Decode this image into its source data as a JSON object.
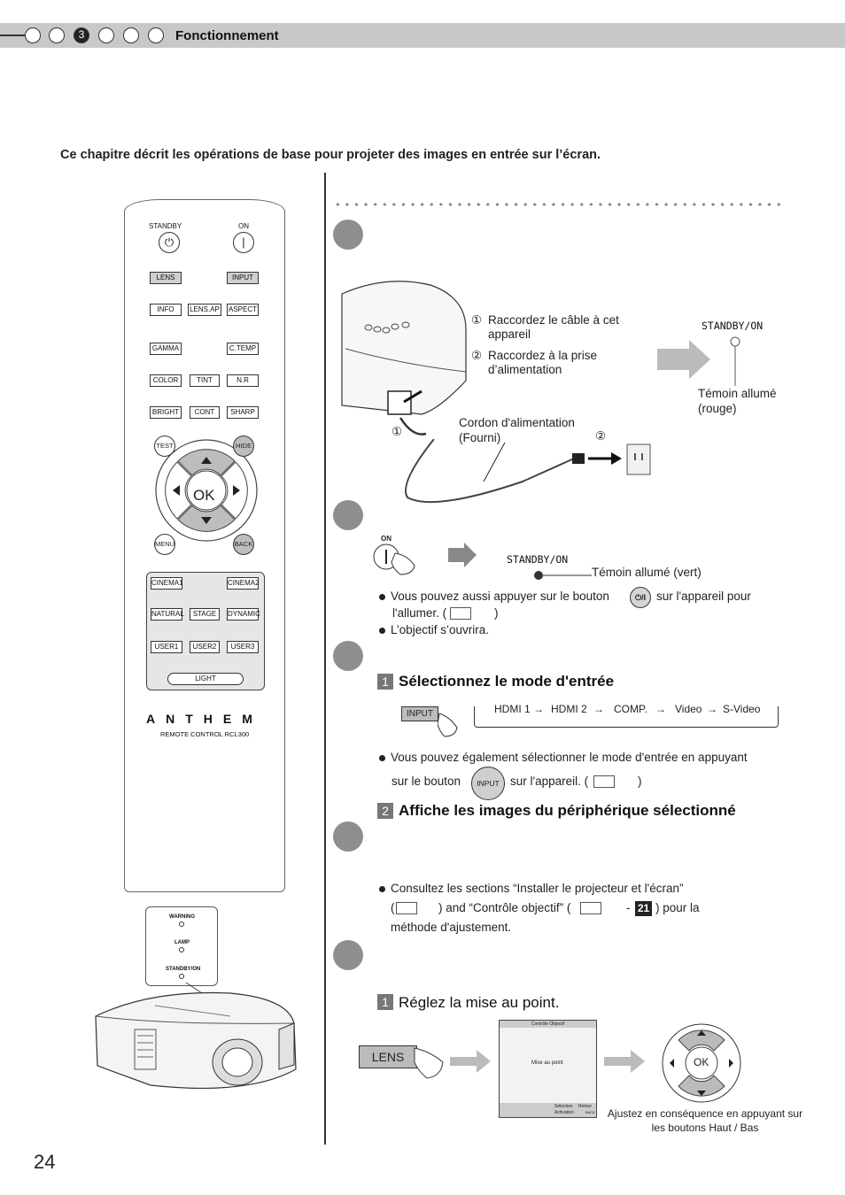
{
  "header": {
    "chapter_number": "3",
    "title": "Fonctionnement"
  },
  "intro": "Ce chapitre décrit les opérations de base pour projeter des images en entrée sur l’écran.",
  "remote": {
    "standby": "STANDBY",
    "on": "ON",
    "lens": "LENS",
    "input": "INPUT",
    "info": "INFO",
    "lens_ap": "LENS.AP",
    "aspect": "ASPECT",
    "gamma": "GAMMA",
    "ctemp": "C.TEMP",
    "color": "COLOR",
    "tint": "TINT",
    "nr": "N.R",
    "bright": "BRIGHT",
    "cont": "CONT",
    "sharp": "SHARP",
    "test": "TEST",
    "hide": "HIDE",
    "ok": "OK",
    "menu": "MENU",
    "back": "BACK",
    "cinema1": "CINEMA1",
    "cinema2": "CINEMA2",
    "natural": "NATURAL",
    "stage": "STAGE",
    "dynamic": "DYNAMIC",
    "user1": "USER1",
    "user2": "USER2",
    "user3": "USER3",
    "light": "LIGHT",
    "brand": "ANTHEM",
    "model": "REMOTE CONTROL RCL300"
  },
  "indicator_panel": {
    "warning": "WARNING",
    "lamp": "LAMP",
    "standby_on": "STANDBY/ON"
  },
  "step1": {
    "mark1": "①",
    "instr1": "Raccordez le câble à cet appareil",
    "mark2": "②",
    "instr2": "Raccordez à la prise d’alimentation",
    "indicator_label": "STANDBY/ON",
    "indicator_state": "Témoin allumé (rouge)",
    "cord_label": "Cordon d'alimentation (Fourni)",
    "cord_mark1": "①",
    "cord_mark2": "②"
  },
  "step2": {
    "on_label": "ON",
    "indicator_label": "STANDBY/ON",
    "indicator_state": "Témoin allumé (vert)",
    "bullet1_a": "Vous pouvez aussi appuyer sur le bouton",
    "power_symbol": "⏻/I",
    "bullet1_b": "sur l'appareil pour",
    "bullet1_c": "l'allumer. (",
    "bullet1_d": ")",
    "bullet2": "L’objectif s’ouvrira."
  },
  "step3": {
    "sub1_num": "1",
    "sub1_title": "Sélectionnez le mode d'entrée",
    "input_btn": "INPUT",
    "cycle": [
      "HDMI 1",
      "HDMI 2",
      "COMP.",
      "Video",
      "S-Video"
    ],
    "bullet_a": "Vous pouvez également sélectionner le mode d'entrée en appuyant",
    "bullet_b": "sur le bouton",
    "input_round": "INPUT",
    "bullet_c": "sur l'appareil. (",
    "bullet_d": ")",
    "sub2_num": "2",
    "sub2_title": "Affiche les images du périphérique sélectionné"
  },
  "step4": {
    "line1": "Consultez les sections “Installer le projecteur et l'écran”",
    "line2_a": "(",
    "line2_b": ") and “Contrôle objectif” (",
    "line2_c": "-",
    "page_ref": "21",
    "line2_d": ") pour la",
    "line3": "méthode d'ajustement."
  },
  "step5": {
    "sub1_num": "1",
    "sub1_title": "Réglez la mise au point.",
    "lens_btn": "LENS",
    "screen_title": "Contrôle Objectif",
    "screen_item": "Mise au point",
    "screen_footer_a": "Sélection",
    "screen_footer_b": "Activation",
    "screen_footer_c": "Retour",
    "screen_footer_d": "BACK",
    "ok": "OK",
    "caption": "Ajustez en conséquence en appuyant sur les boutons Haut / Bas"
  },
  "page_number": "24"
}
